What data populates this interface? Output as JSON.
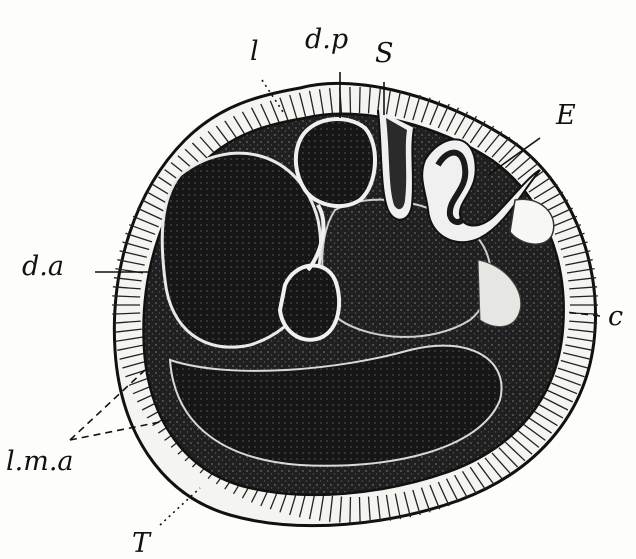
{
  "figure": {
    "labels": {
      "l": "l",
      "dp": "d.p",
      "s": "S",
      "e": "E",
      "da": "d.a",
      "c": "c",
      "lma": "l.m.a",
      "t": "T"
    },
    "colors": {
      "ink": "#111111",
      "tissue_dark": "#1a1a1a",
      "epithelium": "#2b2b2b",
      "paper": "#fdfdfb"
    }
  }
}
